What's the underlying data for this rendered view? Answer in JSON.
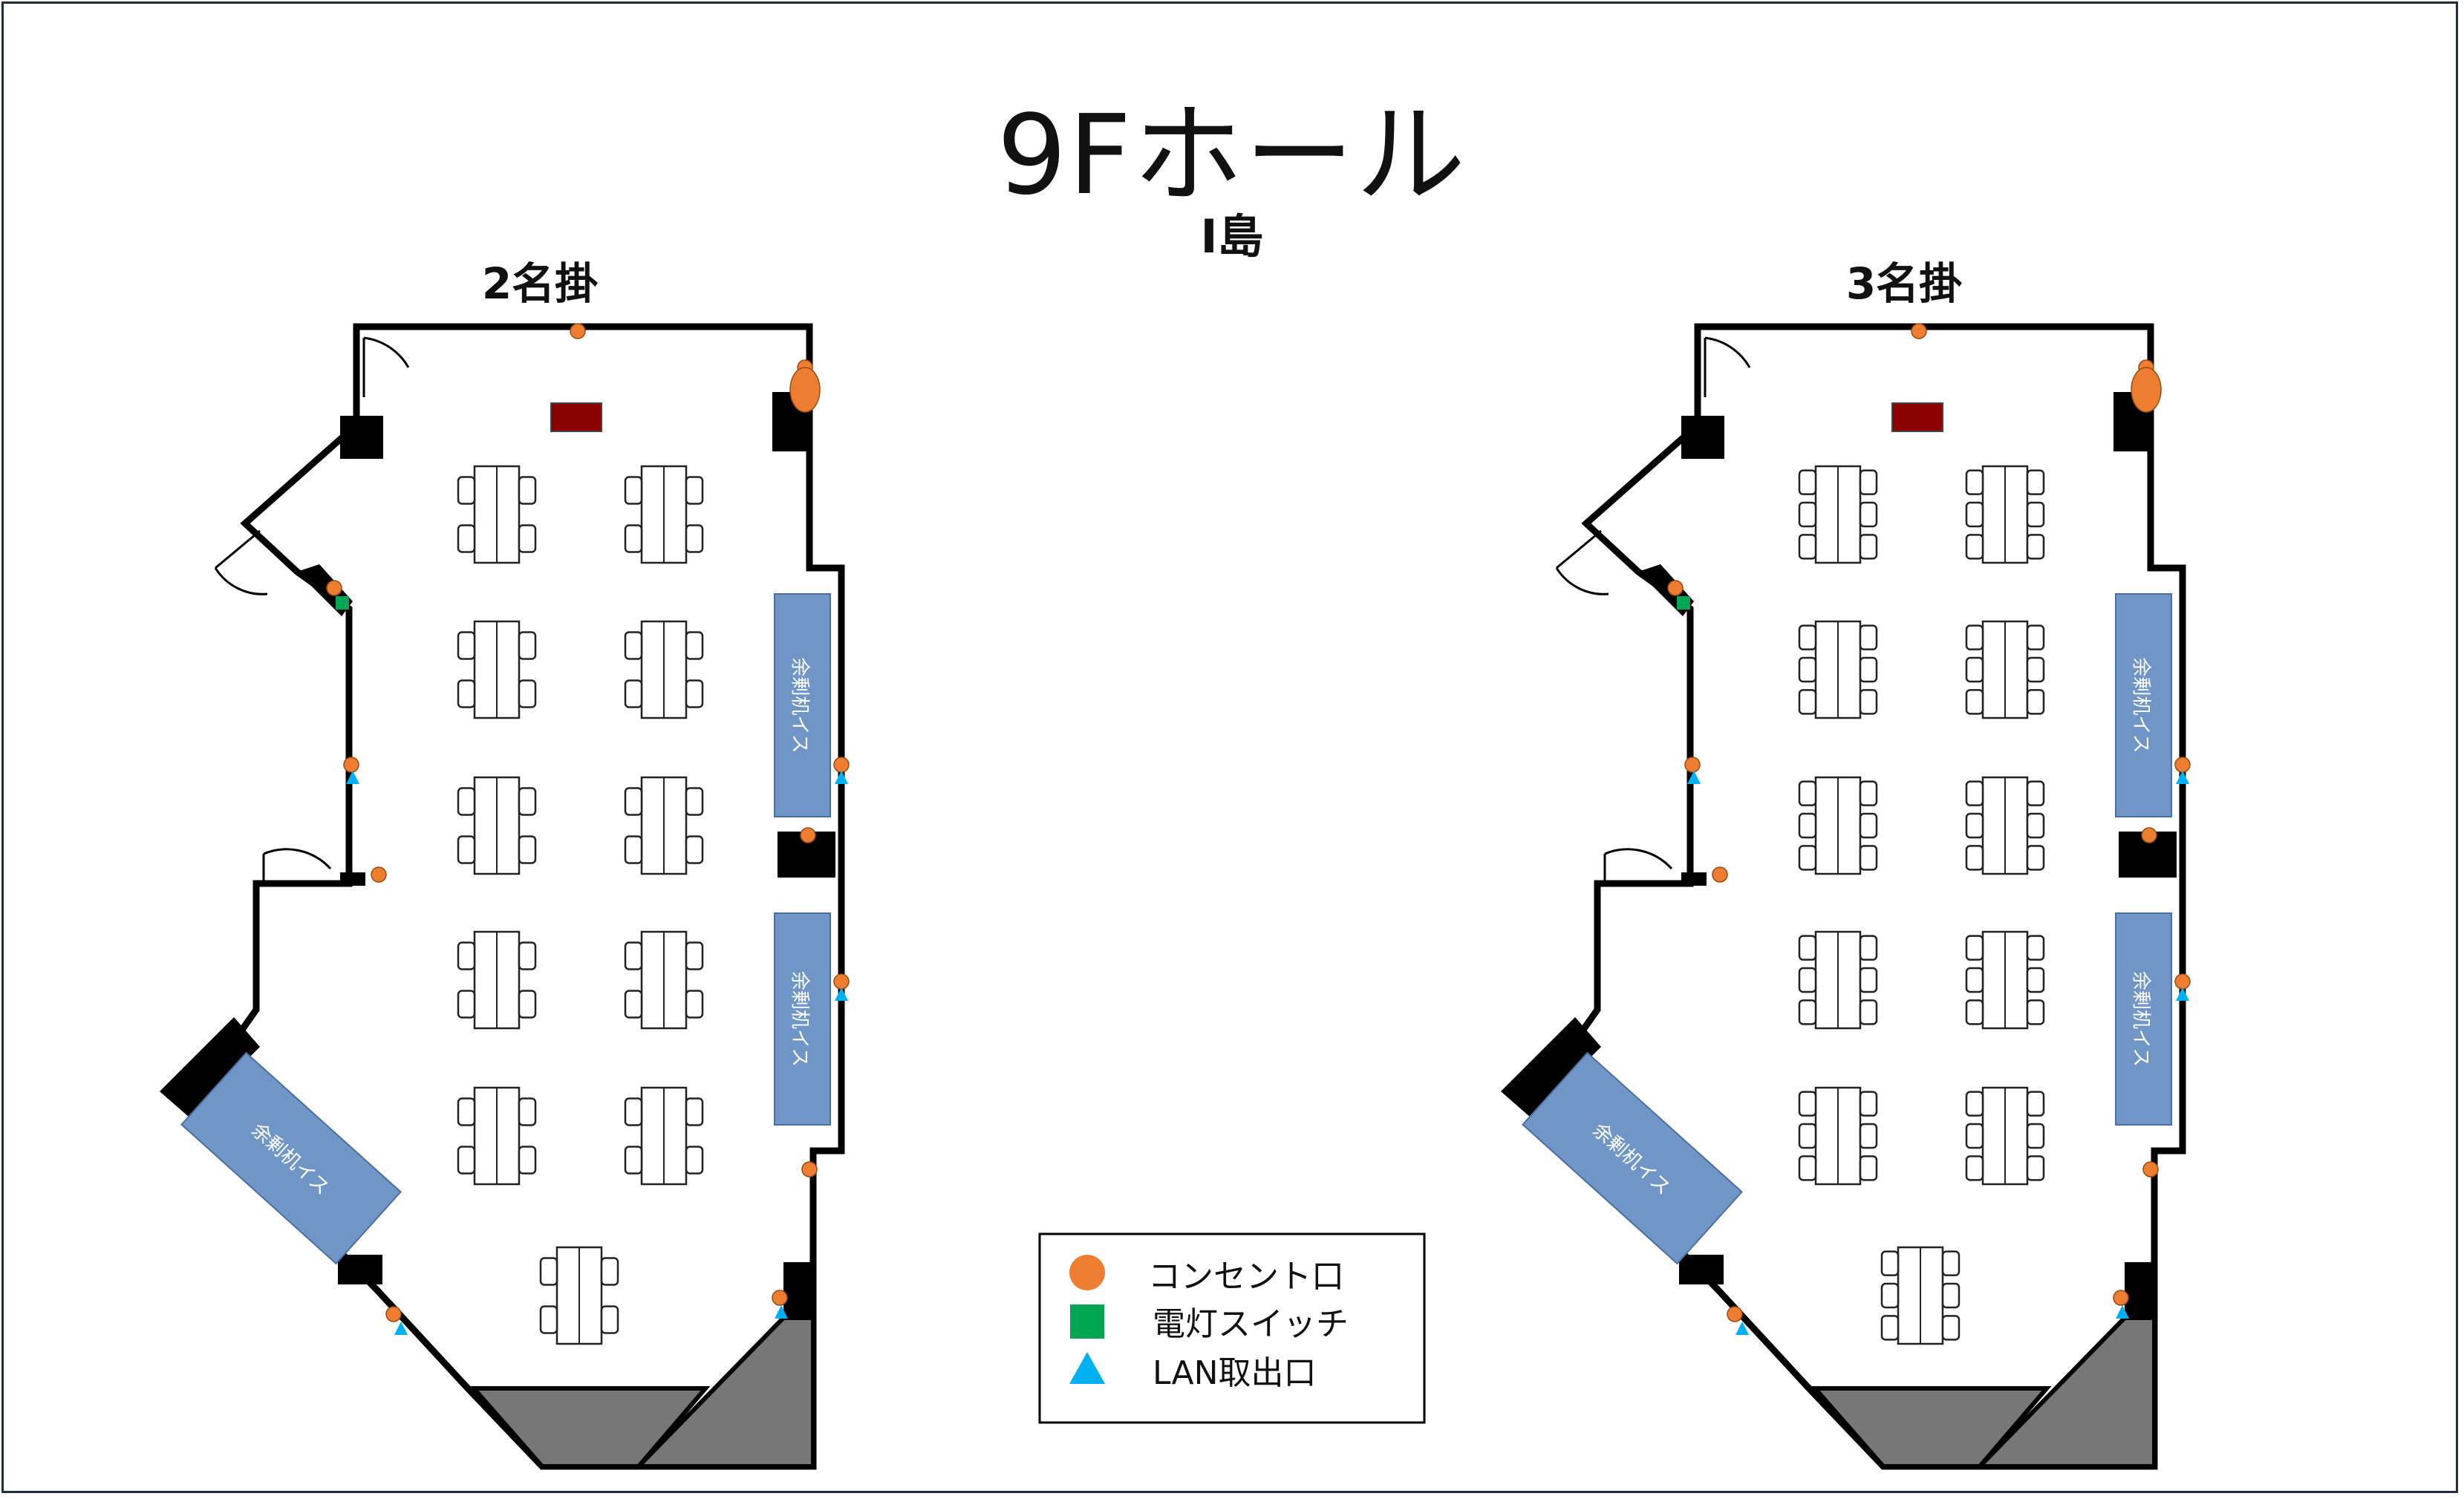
{
  "title": "9Fホール",
  "subtitle": "I島",
  "plans": [
    {
      "label": "2名掛",
      "seats_per_side": 2
    },
    {
      "label": "3名掛",
      "seats_per_side": 3
    }
  ],
  "reserve_label": "余剰机イス",
  "legend": {
    "outlet": "コンセント口",
    "switch": "電灯スイッチ",
    "lan": "LAN取出口"
  },
  "colors": {
    "outlet": "#ed7d31",
    "switch": "#00a651",
    "lan": "#00b0f0",
    "reserve": "#6f96c6",
    "podium": "#8b0000",
    "wall": "#000000",
    "stage": "#777777"
  },
  "icons": {
    "outlet": "orange-circle",
    "switch": "green-square",
    "lan": "blue-triangle"
  }
}
